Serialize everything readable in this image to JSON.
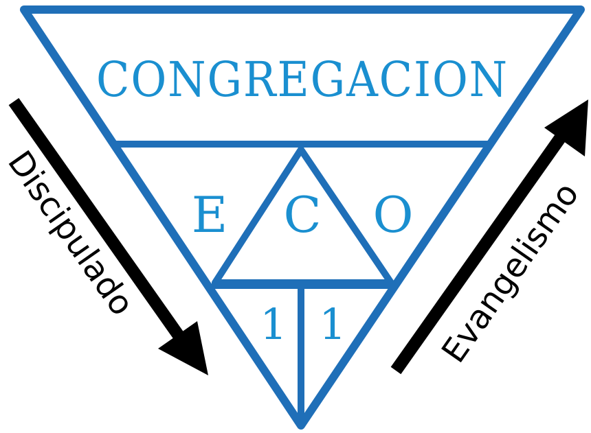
{
  "diagram": {
    "title_label": "CONGREGACION",
    "cells": {
      "left": "E",
      "center": "C",
      "right": "O",
      "bottom_left": "1",
      "bottom_right": "1"
    },
    "arrows": {
      "left_label": "Discipulado",
      "right_label": "Evangelismo"
    },
    "colors": {
      "outline": "#1f6fb8",
      "text": "#1a8fd0",
      "arrow": "#000000",
      "background": "#ffffff"
    }
  }
}
